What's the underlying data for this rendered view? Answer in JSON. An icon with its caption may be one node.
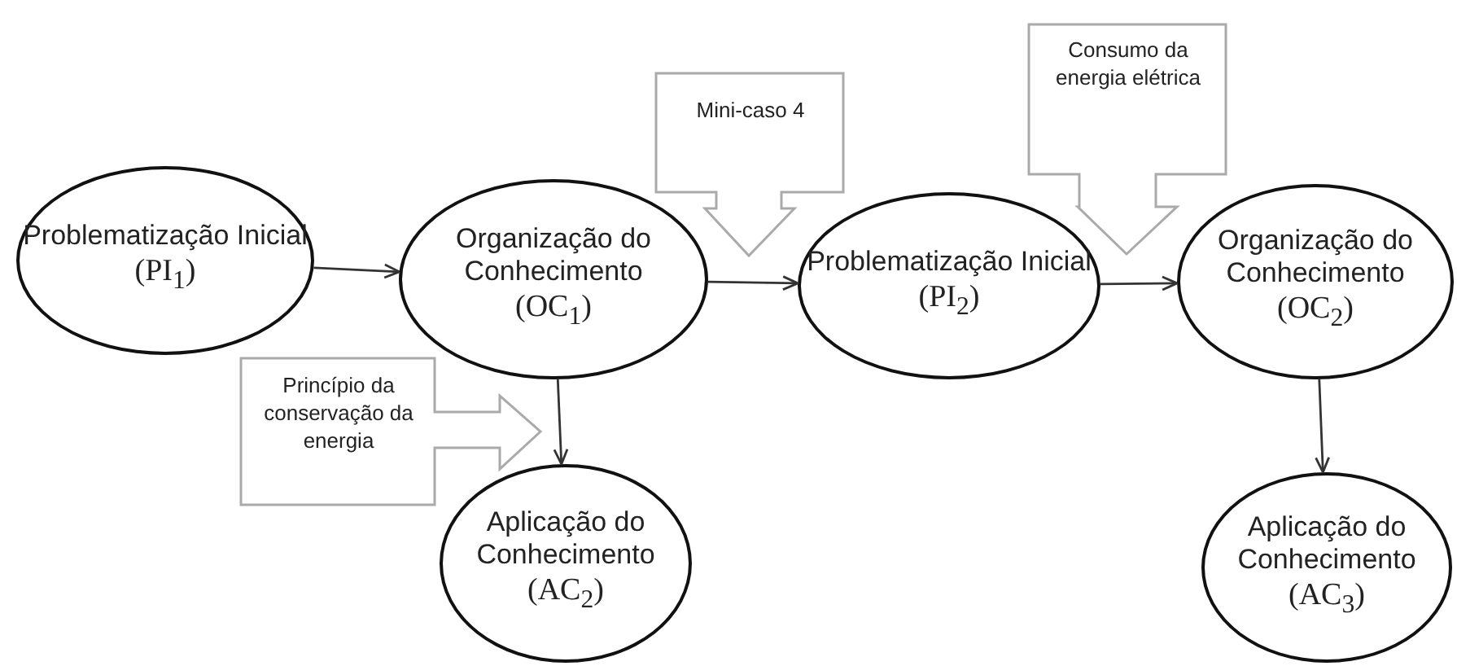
{
  "diagram": {
    "nodes": [
      {
        "text": [
          "Problematização Inicial",
          "(PI$_{1}$)"
        ]
      },
      {
        "text": [
          "Organização do Conhecimento",
          "(OC$_{1}$)"
        ]
      },
      {
        "text": [
          "Mini-caso 4"
        ]
      },
      {
        "text": [
          "Problematização Inicial",
          "(PI$_{2}$)"
        ]
      },
      {
        "text": [
          "Consumo da energia elétrica"
        ]
      },
      {
        "text": [
          "Organização do Conhecimento",
          "(OC$_{2}$)"
        ]
      },
      {
        "text": [
          "Princípio da conservação da energia"
        ]
      },
      {
        "text": [
          "Aplicação do Conhecimento",
          "(AC$_{2}$)"
        ]
      },
      {
        "text": [
          "Aplicação do Conhecimento",
          "(AC$_{3}$)"
        ]
      }
    ],
    "edges": [
      {
        "from": 0,
        "to": 1,
        "arrow": "to"
      },
      {
        "from": 1,
        "to": 3,
        "arrow": "to"
      },
      {
        "from": 3,
        "to": 5,
        "arrow": "to"
      },
      {
        "from": 1,
        "to": 7,
        "arrow": "to"
      },
      {
        "from": 5,
        "to": 8,
        "arrow": "to"
      }
    ]
  }
}
